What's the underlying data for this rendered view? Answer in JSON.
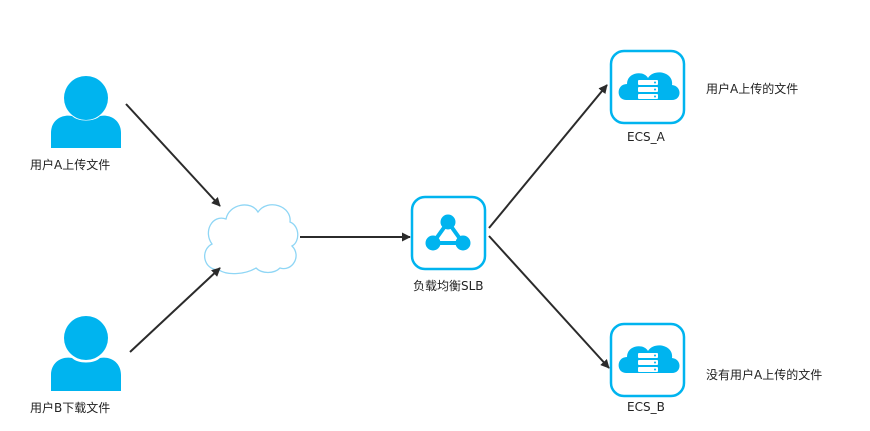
{
  "colors": {
    "accent": "#00b4ef",
    "arrow": "#2b2b2b",
    "cloud_stroke": "#8fd6f5"
  },
  "nodes": {
    "user_a": {
      "label": "用户A上传文件",
      "icon": "user-icon"
    },
    "user_b": {
      "label": "用户B下载文件",
      "icon": "user-icon"
    },
    "internet": {
      "icon": "cloud-icon"
    },
    "slb": {
      "label": "负载均衡SLB",
      "icon": "load-balancer-icon"
    },
    "ecs_a": {
      "label": "ECS_A",
      "note": "用户A上传的文件",
      "icon": "server-cloud-icon"
    },
    "ecs_b": {
      "label": "ECS_B",
      "note": "没有用户A上传的文件",
      "icon": "server-cloud-icon"
    }
  }
}
